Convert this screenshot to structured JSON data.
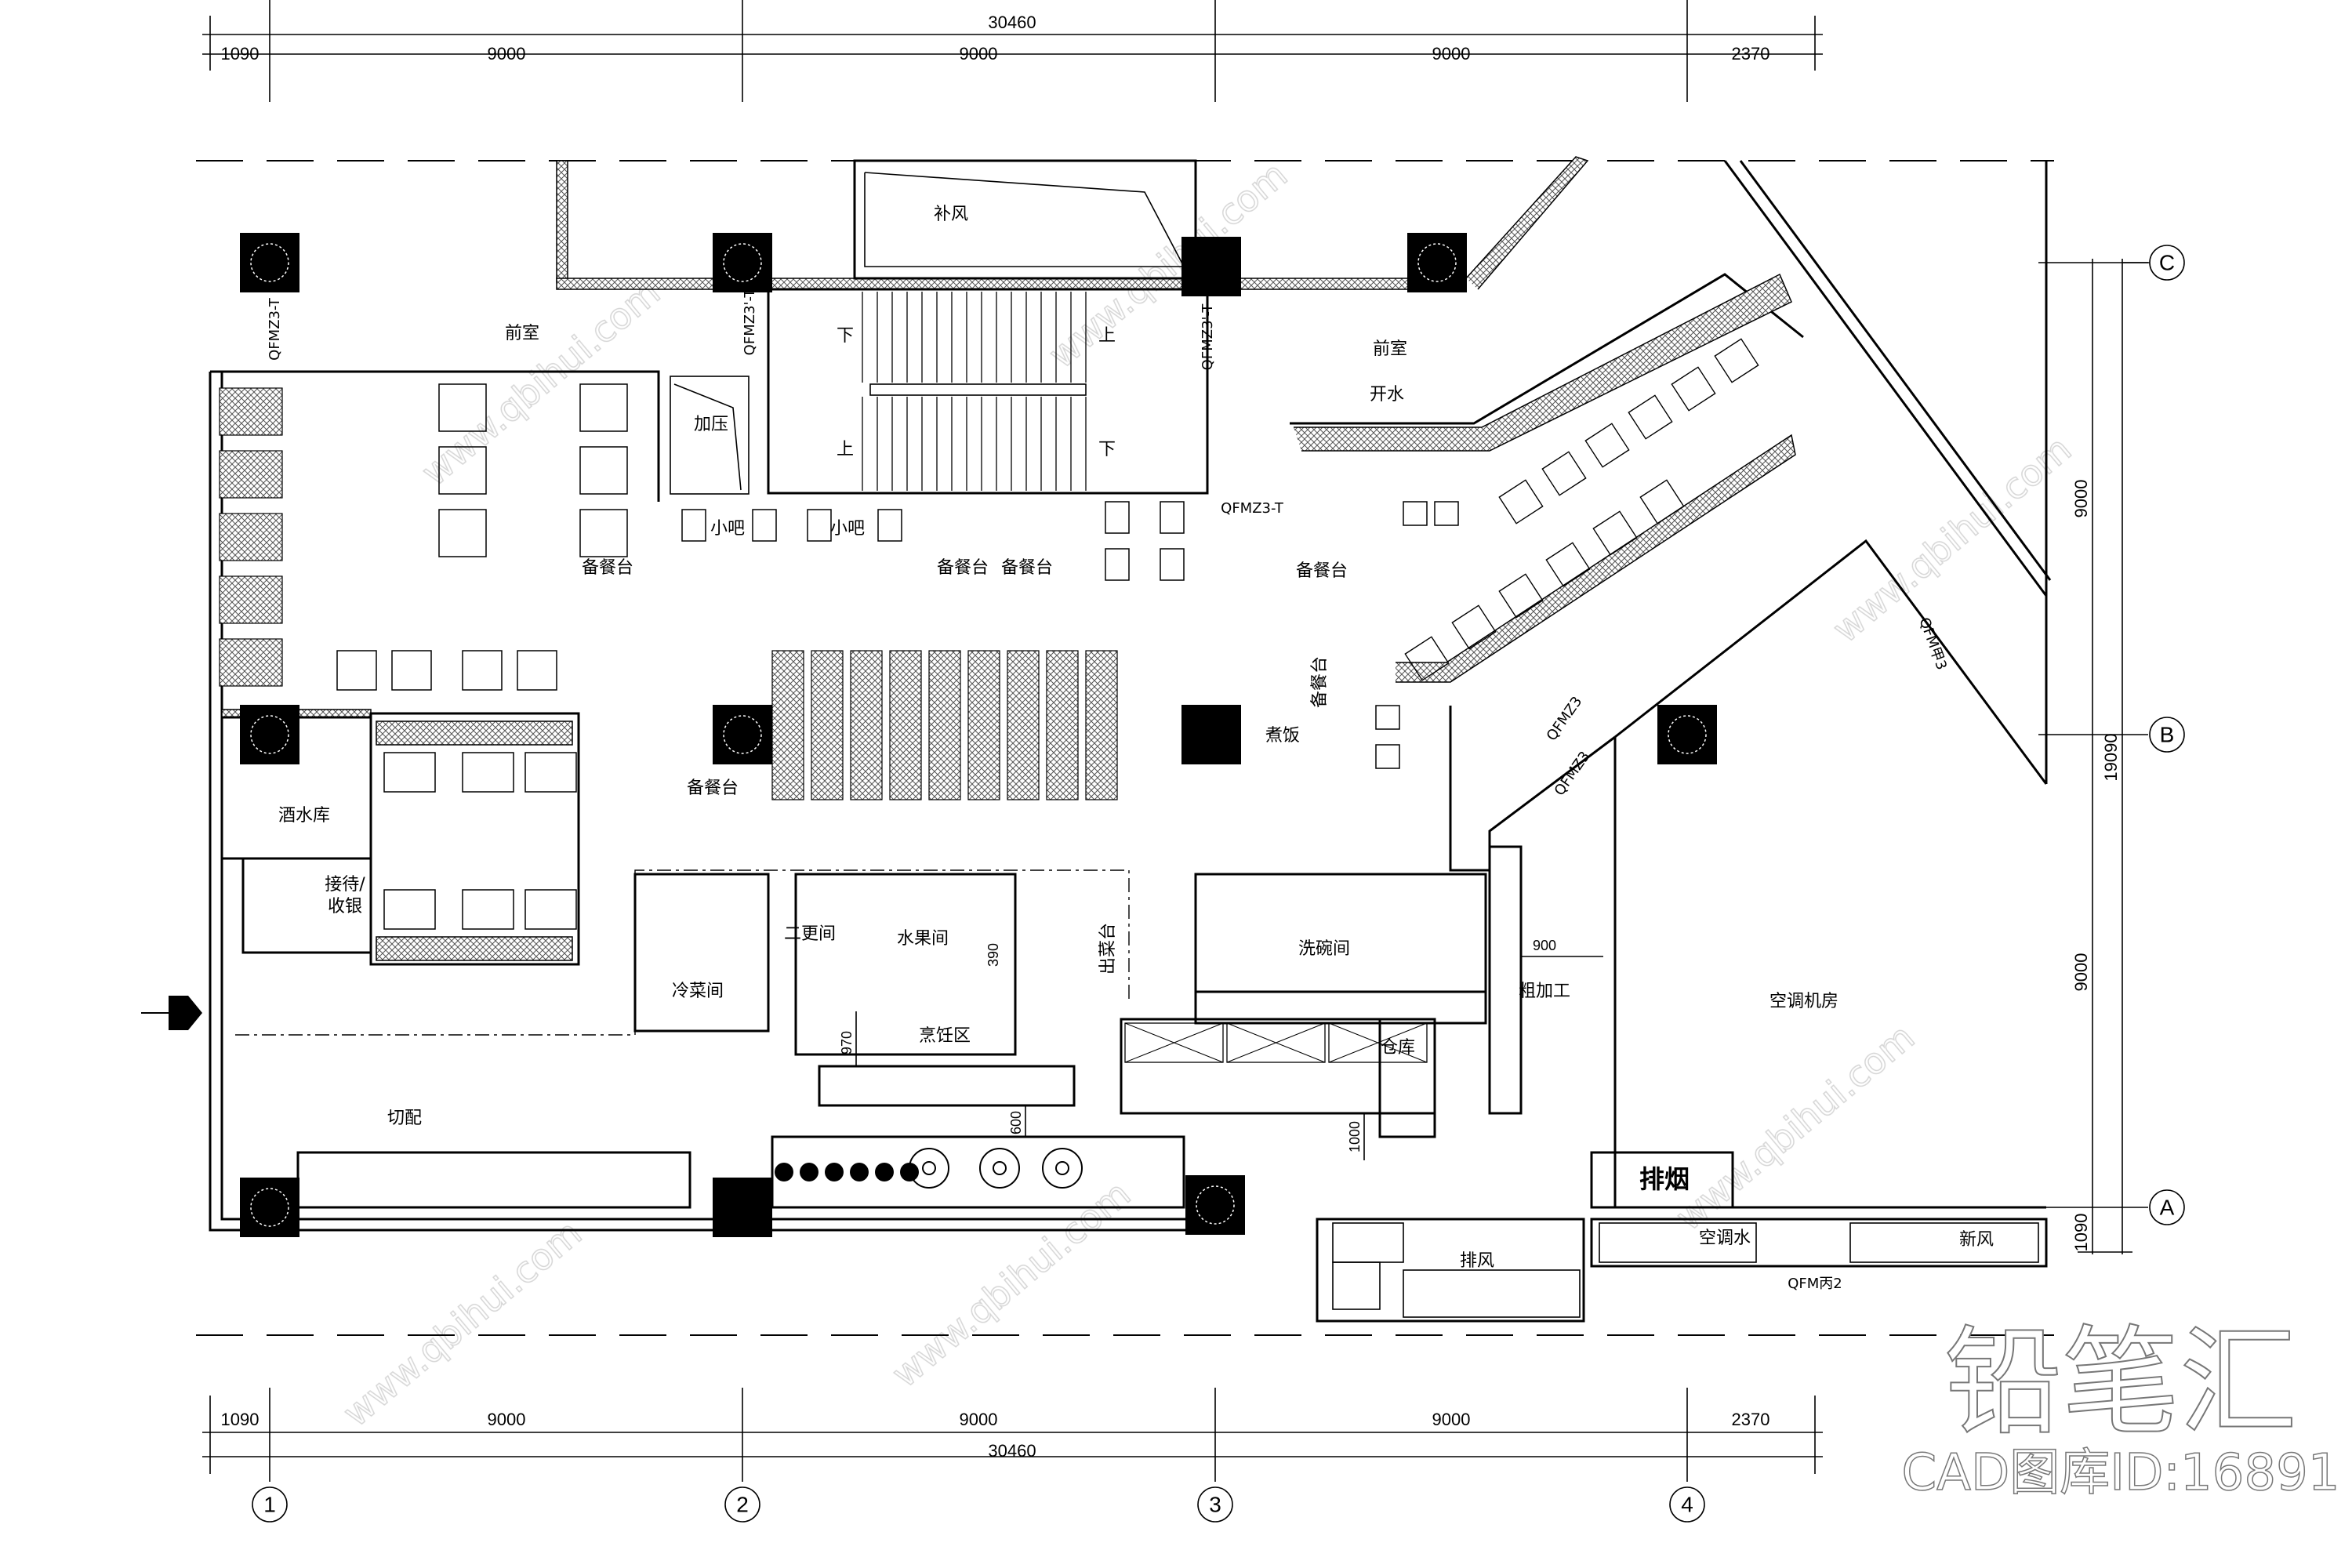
{
  "dimensions": {
    "total": "30460",
    "segments": [
      "1090",
      "9000",
      "9000",
      "9000",
      "2370"
    ],
    "right_total": "19090",
    "right_segments": [
      "9000",
      "9000",
      "1090"
    ],
    "inner": [
      "970",
      "600",
      "390",
      "1000",
      "900"
    ]
  },
  "axes": {
    "columns": [
      "1",
      "2",
      "3",
      "4"
    ],
    "rows": [
      "C",
      "B",
      "A"
    ]
  },
  "rooms": {
    "front_room_left": "前室",
    "front_room_right": "前室",
    "make_up_air": "补风",
    "pressurize": "加压",
    "small_bar_1": "小吧",
    "small_bar_2": "小吧",
    "prep_station_1": "备餐台",
    "prep_station_2": "备餐台",
    "prep_station_3": "备餐台",
    "prep_station_4": "备餐台",
    "prep_station_5": "备餐台",
    "prep_station_6": "备餐台",
    "wine_storage": "酒水库",
    "reception_line1": "接待/",
    "reception_line2": "收银",
    "rice_cooking": "煮饭",
    "cold_dish_room": "冷菜间",
    "second_changing": "二更间",
    "fruit_room": "水果间",
    "serving_counter": "出菜台",
    "cooking_area": "烹饪区",
    "dishwashing": "洗碗间",
    "storage": "仓库",
    "rough_processing": "粗加工",
    "ac_room": "空调机房",
    "smoke_exhaust": "排烟",
    "exhaust_air": "排风",
    "ac_water": "空调水",
    "fresh_air": "新风",
    "cutting": "切配",
    "water": "开水",
    "stair_down_1": "下",
    "stair_up_1": "上",
    "stair_up_2": "上",
    "stair_down_2": "下"
  },
  "doors": {
    "d1": "QFMZ3-T",
    "d2": "QFMZ3'-T",
    "d3": "QFMZ3'-T",
    "d4": "QFMZ3-T",
    "d5": "QFM甲3",
    "d6": "QFMZ3",
    "d7": "QFMZ3",
    "d8": "QFM丙2"
  },
  "watermark": {
    "logo": "铅笔汇",
    "id": "CAD图库ID:16891",
    "site": "www.qbihui.com"
  }
}
